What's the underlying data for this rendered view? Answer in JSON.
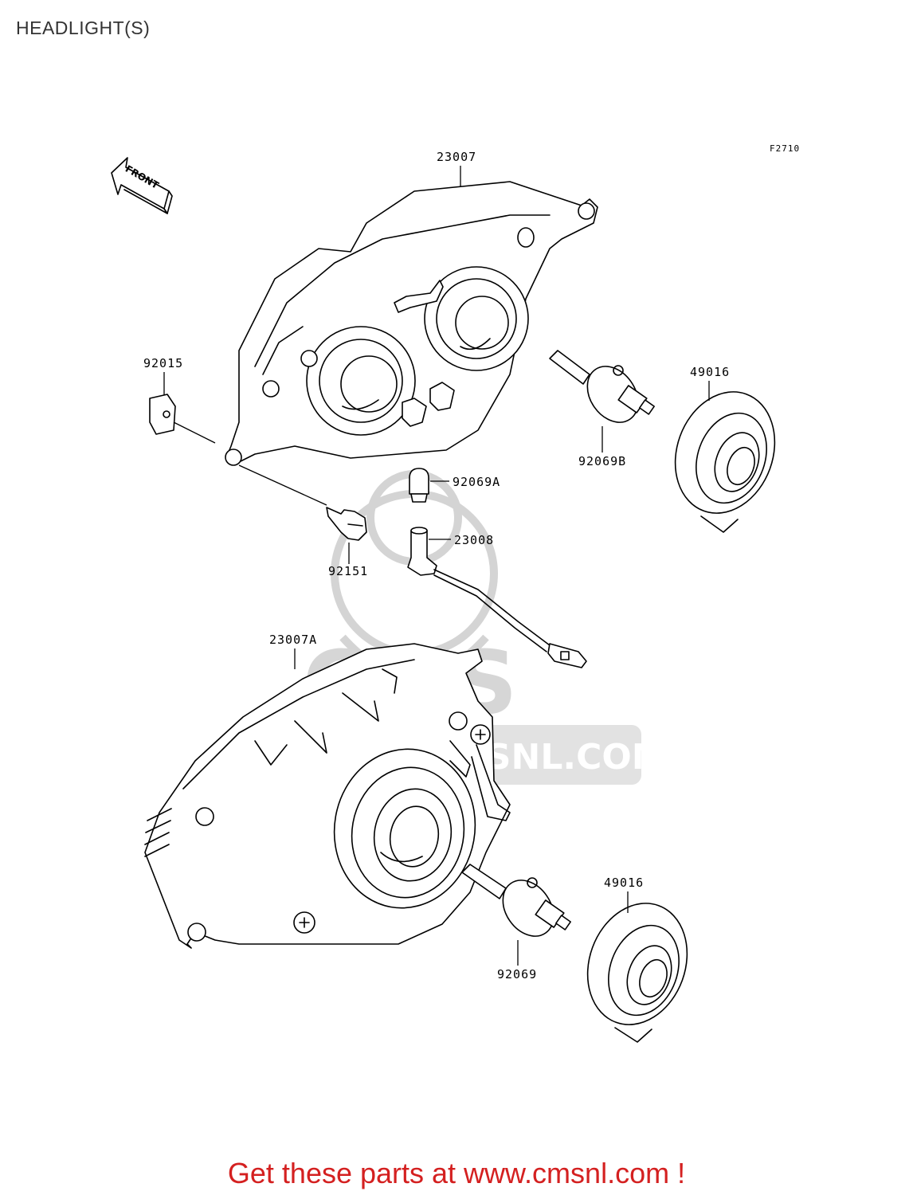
{
  "page": {
    "title": "HEADLIGHT(S)",
    "figure_code": "F2710",
    "front_label": "FRONT",
    "footer": "Get these parts at www.cmsnl.com !"
  },
  "watermark": {
    "brand": "CMS",
    "url": "WWW.CMSNL.COM"
  },
  "parts": {
    "headlight_upper": "23007",
    "headlight_lower": "23007A",
    "clip": "92015",
    "bolt": "92151",
    "bulb_small": "92069A",
    "socket_harness": "23008",
    "bulb_b": "92069B",
    "bulb": "92069",
    "cap_upper": "49016",
    "cap_lower": "49016"
  }
}
